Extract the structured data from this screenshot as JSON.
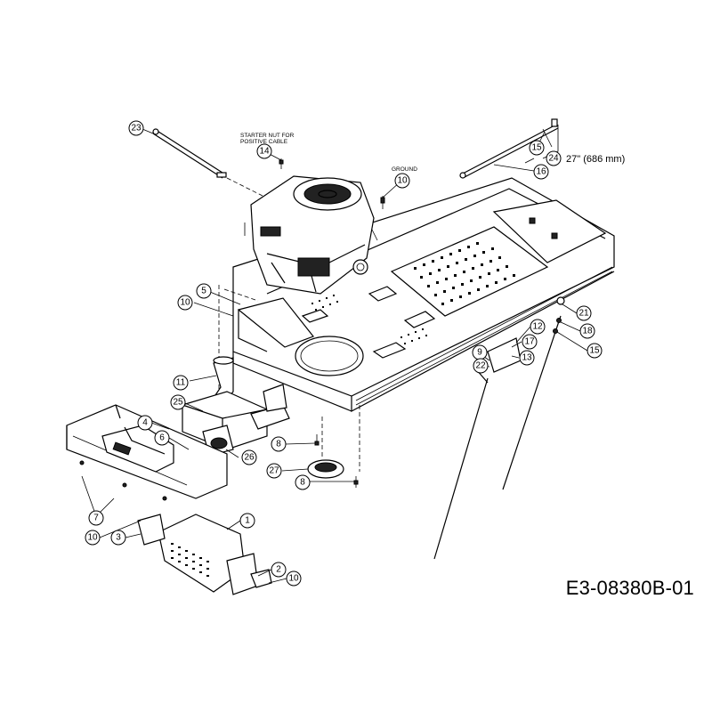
{
  "notes": {
    "starter_line1": "STARTER NUT FOR",
    "starter_line2": "POSITIVE CABLE",
    "ground": "GROUND",
    "dimension": "27\" (686 mm)"
  },
  "diagram_code": "E3-08380B-01",
  "callouts": [
    {
      "id": "c23",
      "label": "23"
    },
    {
      "id": "c14",
      "label": "14"
    },
    {
      "id": "c10a",
      "label": "10"
    },
    {
      "id": "c15a",
      "label": "15"
    },
    {
      "id": "c24",
      "label": "24"
    },
    {
      "id": "c16",
      "label": "16"
    },
    {
      "id": "c5",
      "label": "5"
    },
    {
      "id": "c10b",
      "label": "10"
    },
    {
      "id": "c11",
      "label": "11"
    },
    {
      "id": "c25",
      "label": "25"
    },
    {
      "id": "c4",
      "label": "4"
    },
    {
      "id": "c6",
      "label": "6"
    },
    {
      "id": "c8a",
      "label": "8"
    },
    {
      "id": "c26",
      "label": "26"
    },
    {
      "id": "c27",
      "label": "27"
    },
    {
      "id": "c8b",
      "label": "8"
    },
    {
      "id": "c7",
      "label": "7"
    },
    {
      "id": "c10c",
      "label": "10"
    },
    {
      "id": "c3",
      "label": "3"
    },
    {
      "id": "c1",
      "label": "1"
    },
    {
      "id": "c2",
      "label": "2"
    },
    {
      "id": "c10d",
      "label": "10"
    },
    {
      "id": "c12",
      "label": "12"
    },
    {
      "id": "c9",
      "label": "9"
    },
    {
      "id": "c17",
      "label": "17"
    },
    {
      "id": "c22",
      "label": "22"
    },
    {
      "id": "c13",
      "label": "13"
    },
    {
      "id": "c21",
      "label": "21"
    },
    {
      "id": "c18",
      "label": "18"
    },
    {
      "id": "c15b",
      "label": "15"
    }
  ]
}
